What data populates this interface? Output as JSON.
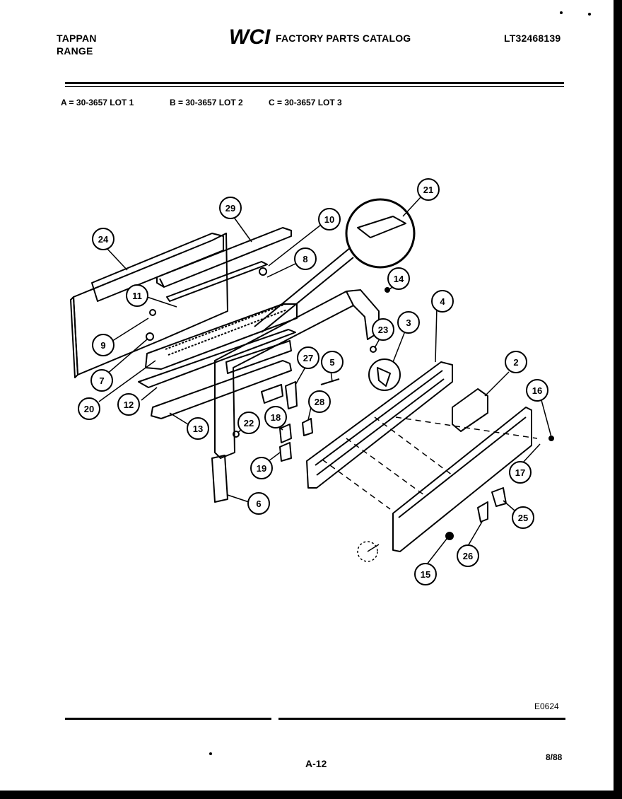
{
  "header": {
    "brand_line1": "TAPPAN",
    "brand_line2": "RANGE",
    "logo_text": "WCI",
    "catalog_title": "FACTORY PARTS CATALOG",
    "catalog_id": "LT32468139"
  },
  "lots": {
    "a": "A = 30-3657 LOT 1",
    "b": "B = 30-3657 LOT 2",
    "c": "C = 30-3657 LOT 3"
  },
  "callouts": {
    "c2": "2",
    "c3": "3",
    "c4": "4",
    "c5": "5",
    "c6": "6",
    "c7": "7",
    "c8": "8",
    "c9": "9",
    "c10": "10",
    "c11": "11",
    "c12": "12",
    "c13": "13",
    "c14": "14",
    "c15": "15",
    "c16": "16",
    "c17": "17",
    "c18": "18",
    "c19": "19",
    "c20": "20",
    "c21": "21",
    "c22": "22",
    "c23": "23",
    "c24": "24",
    "c25": "25",
    "c26": "26",
    "c27": "27",
    "c28": "28",
    "c29": "29"
  },
  "footer": {
    "diagram_code": "E0624",
    "page_number": "A-12",
    "date": "8/88"
  }
}
